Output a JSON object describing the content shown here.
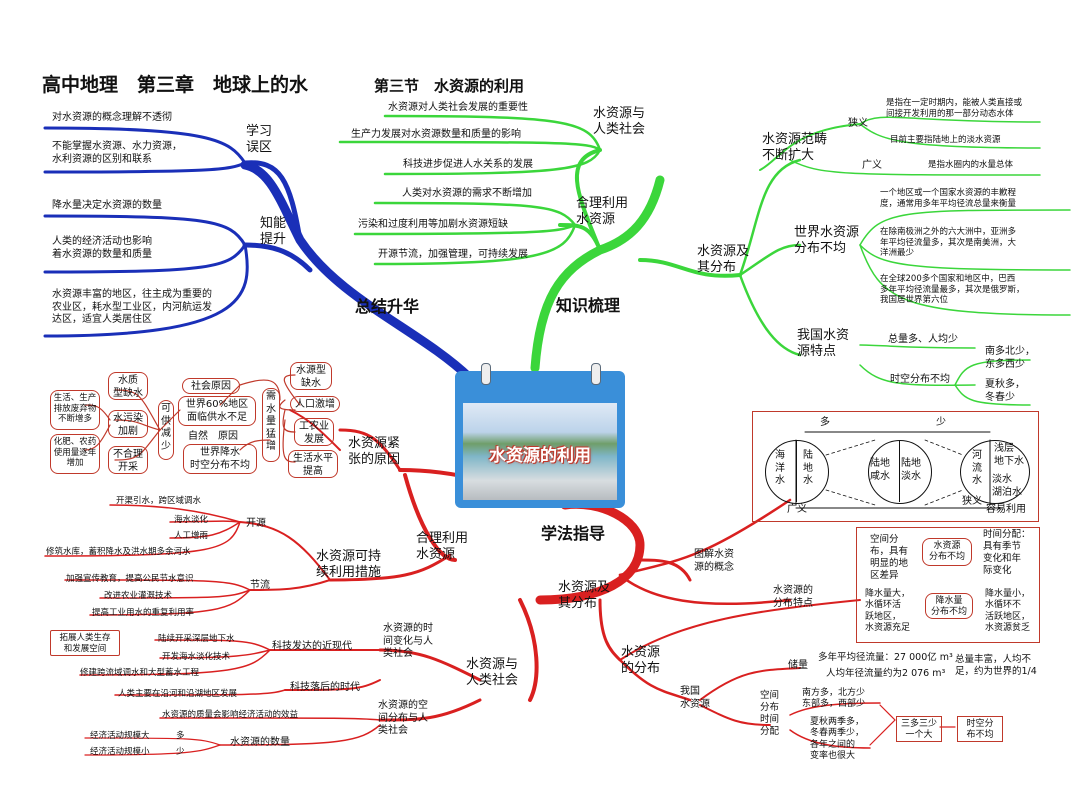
{
  "header": {
    "title": "高中地理　第三章　地球上的水",
    "subtitle": "第三节　水资源的利用"
  },
  "center": {
    "label": "水资源的利用"
  },
  "colors": {
    "blue": "#1a2fb8",
    "green": "#3bd63b",
    "red": "#d92020"
  },
  "branches": {
    "summary": "总结升华",
    "knowledge": "知识梳理",
    "method": "学法指导",
    "effective": "合理利用\n水资源"
  },
  "summary": {
    "study_title": "学习\n误区",
    "study_items": [
      "对水资源的概念理解不透彻",
      "不能掌握水资源、水力资源，\n水利资源的区别和联系"
    ],
    "ability_title": "知能\n提升",
    "ability_items": [
      "降水量决定水资源的数量",
      "人类的经济活动也影响\n着水资源的数量和质量",
      "水资源丰富的地区，往主成为重要的\n农业区，耗水型工业区，内河航运发\n达区，适宜人类居住区"
    ]
  },
  "knowledge": {
    "society_title": "水资源与\n人类社会",
    "society_items": [
      "水资源对人类社会发展的重要性",
      "生产力发展对水资源数量和质量的影响",
      "科技进步促进人水关系的发展"
    ],
    "rational_title": "合理利用\n水资源",
    "rational_items": [
      "人类对水资源的需求不断增加",
      "污染和过度利用等加剧水资源短缺",
      "开源节流，加强管理，可持续发展"
    ],
    "distribution_title": "水资源及\n其分布",
    "scope_title": "水资源范畴\n不断扩大",
    "narrow": "狭义",
    "narrow_items": [
      "是指在一定时期内，能被人类直接或\n间接开发利用的那一部分动态水体",
      "目前主要指陆地上的淡水资源"
    ],
    "broad": "广义",
    "broad_item": "是指水圈内的水量总体",
    "world_title": "世界水资源\n分布不均",
    "world_items": [
      "一个地区或一个国家水资源的丰歉程\n度，通常用多年平均径流总量来衡量",
      "在除南极洲之外的六大洲中，亚洲多\n年平均径流量多，其次是南美洲，大\n洋洲最少",
      "在全球200多个国家和地区中，巴西\n多年平均径流量最多，其次是俄罗斯，\n我国居世界第六位"
    ],
    "china_title": "我国水资\n源特点",
    "china_total": "总量多、人均少",
    "china_st": "时空分布不均",
    "china_space": "南多北少，\n东多西少",
    "china_time": "夏秋多，\n冬春少"
  },
  "scarcity": {
    "title": "水资源紧\n张的原因",
    "social": "社会原因",
    "world60": "世界60%地区\n面临供水不足",
    "natural": "自然　原因",
    "uneven": "世界降水\n时空分布不均",
    "demand": "需\n水\n量\n猛\n增",
    "demand_items": [
      "水源型\n缺水",
      "人口激增",
      "工农业\n发展",
      "生活水平\n提高"
    ],
    "supply": "可\n供\n减\n少",
    "quality": "水质\n型缺水",
    "pollution": "水污染\n加剧",
    "improper": "不合理\n开采",
    "discharge": "生活、生产\n排放废弃物\n不断增多",
    "fertilizer": "化肥、农药\n使用量逐年\n增加"
  },
  "method": {
    "sustain_title": "水资源可持\n续利用措施",
    "open": "开源",
    "open_items": [
      "开渠引水，跨区域调水",
      "海水淡化",
      "人工增雨",
      "修筑水库，蓄积降水及洪水期多余河水"
    ],
    "save": "节流",
    "save_items": [
      "加强宣传教育，提高公民节水意识",
      "改进农业灌溉技术",
      "提高工业用水的重复利用率"
    ],
    "human_title": "水资源与\n人类社会",
    "tempo_title": "水资源的时\n间变化与人\n类社会",
    "modern": "科技发达的近现代",
    "modern_items": [
      "陆续开采深层地下水",
      "开发海水淡化技术",
      "修建跨流域调水和大型蓄水工程"
    ],
    "expand": "拓展人类生存\n和发展空间",
    "ancient": "科技落后的时代",
    "ancient_item": "人类主要在沿河和沿湖地区发展",
    "spatial_title": "水资源的空\n间分布与人\n类社会",
    "quality_effect": "水资源的质量会影响经济活动的效益",
    "quantity": "水资源的数量",
    "scale_large": "经济活动规模大",
    "scale_small": "经济活动规模小",
    "more": "多",
    "less": "少",
    "dist_title": "水资源及\n其分布",
    "diagram_title": "图解水资\n源的概念",
    "diag_more": "多",
    "diag_less": "少",
    "diag_ocean": "海\n洋\n水",
    "diag_land": "陆\n地\n水",
    "diag_salt": "陆地\n咸水",
    "diag_fresh": "陆地\n淡水",
    "diag_river": "河\n流\n水",
    "diag_ground": "浅层\n地下水",
    "diag_lake": "淡水\n湖泊水",
    "diag_broad": "广义",
    "diag_narrow": "狭义",
    "diag_easy": "容易利用",
    "char_title": "水资源的\n分布特点",
    "char_space": "空间分\n布，具有\n明显的地\n区差异",
    "char_uneven": "水资源\n分布不均",
    "char_time": "时间分配：\n具有季节\n变化和年\n际变化",
    "char_rain": "降水量\n分布不均",
    "char_rich": "降水量大，\n水循环活\n跃地区，\n水资源充足",
    "char_poor": "降水量小，\n水循环不\n活跃地区，\n水资源贫乏",
    "distribution": "水资源\n的分布",
    "china": "我国\n水资源",
    "storage": "储量",
    "annual": "多年平均径流量：27 000亿 m³",
    "percapita": "人均年径流量约为2 076 m³",
    "storage_note": "总量丰富，人均不\n足，约为世界的1/4",
    "space_time": "空间\n分布\n时间\n分配",
    "space_desc": "南方多，北方少\n东部多，西部少",
    "time_desc": "夏秋两季多，\n冬春两季少，\n各年之间的\n变率也很大",
    "summer_winter": "三多三少\n一个大",
    "uneven_st": "时空分\n布不均"
  }
}
